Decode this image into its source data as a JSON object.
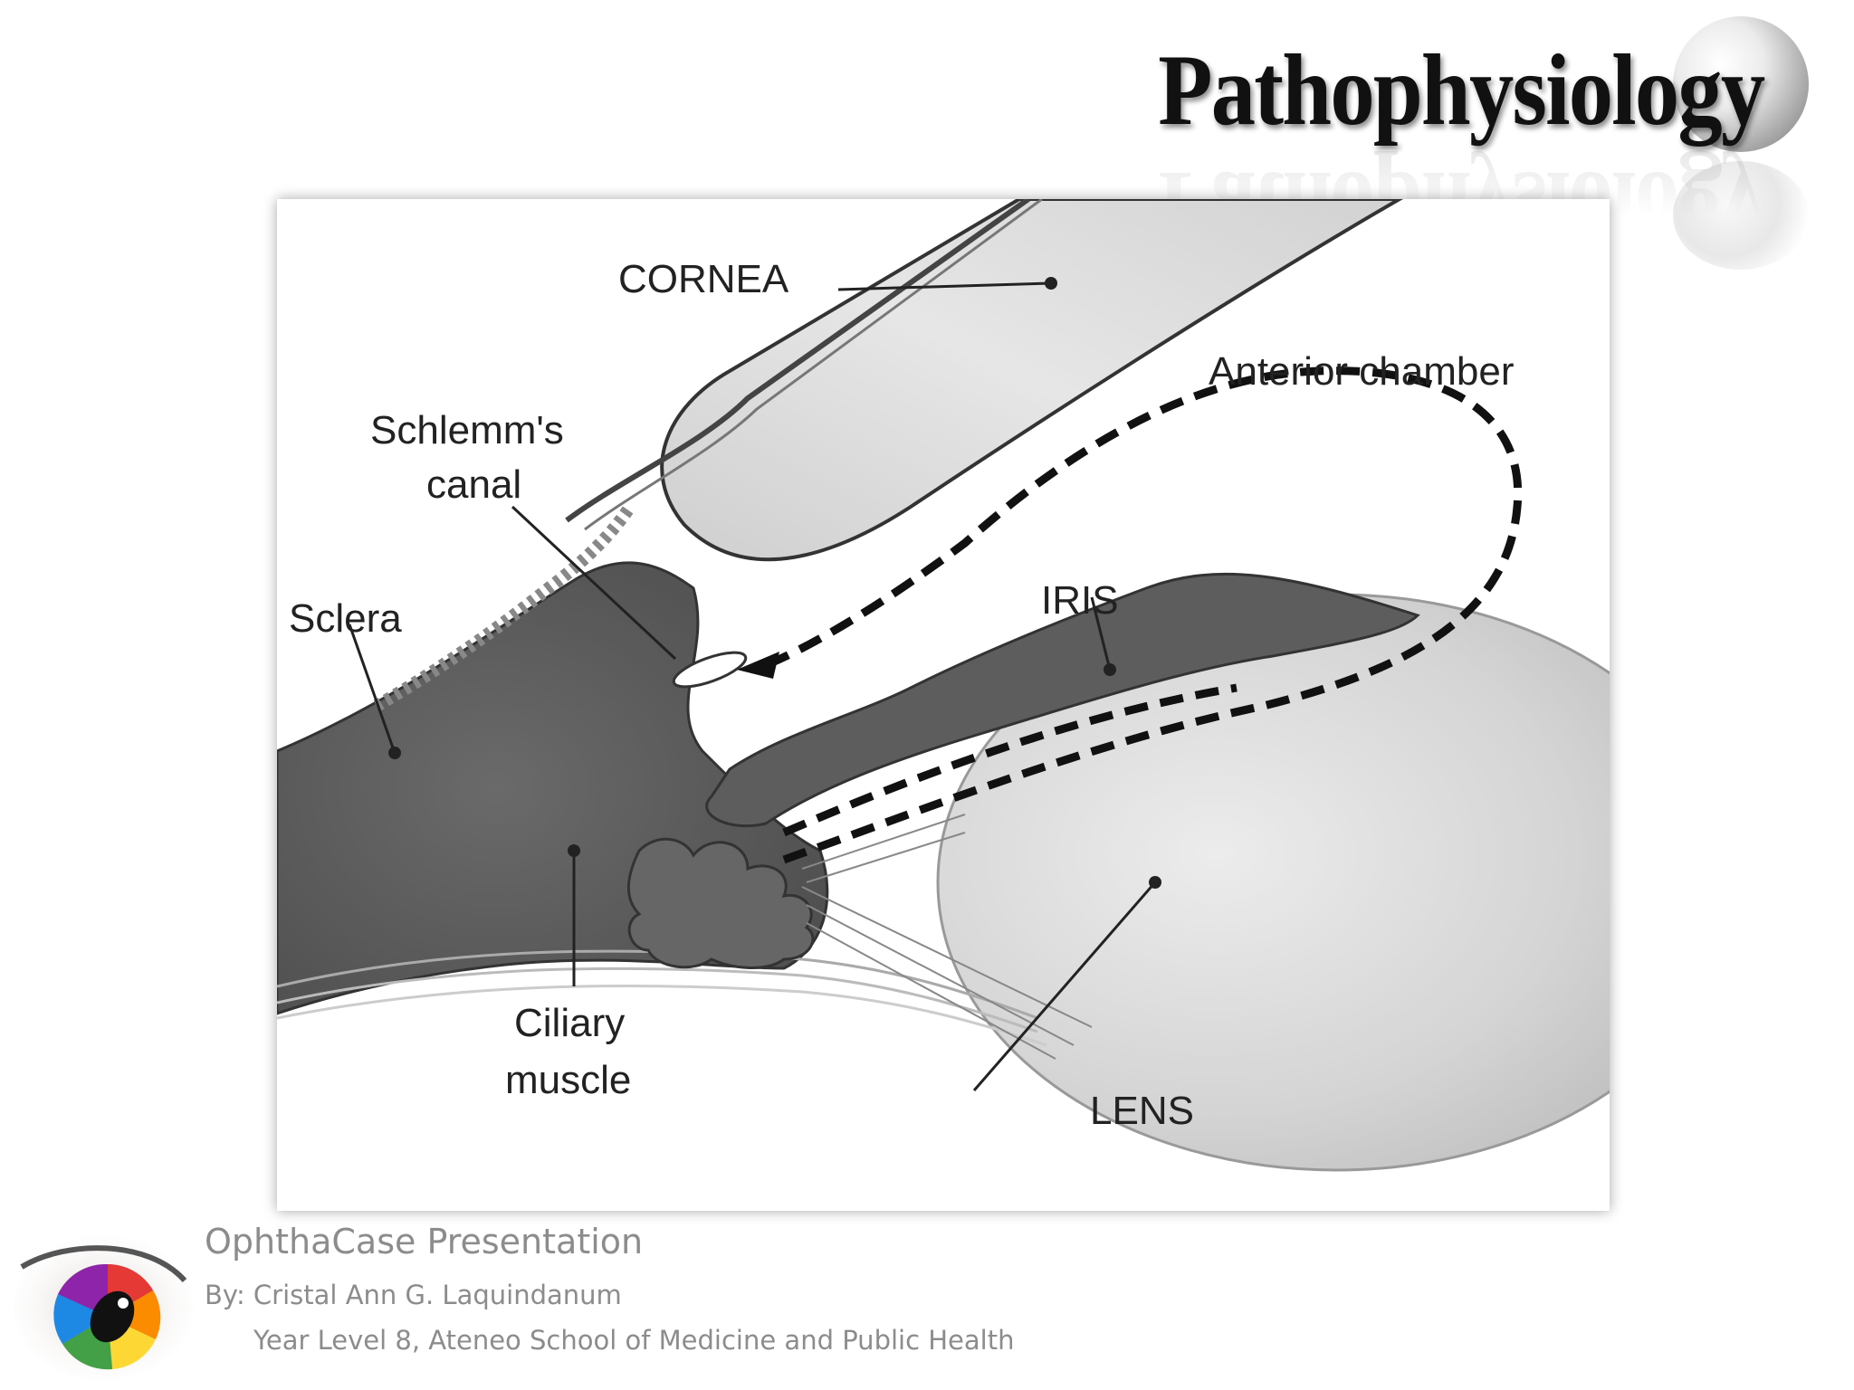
{
  "slide": {
    "title": "Pathophysiology"
  },
  "diagram": {
    "labels": {
      "cornea": "CORNEA",
      "anterior_chamber": "Anterior chamber",
      "schlemms_line1": "Schlemm's",
      "schlemms_line2": "canal",
      "sclera": "Sclera",
      "iris": "IRIS",
      "ciliary_line1": "Ciliary",
      "ciliary_line2": "muscle",
      "lens": "LENS"
    }
  },
  "footer": {
    "title": "OphthaCase Presentation",
    "author": "By: Cristal Ann G. Laquindanum",
    "affiliation": "Year Level 8, Ateneo School of Medicine and Public Health"
  },
  "colors": {
    "title_text": "#111111",
    "footer_text": "#8c8c8c",
    "tissue_dark": "#5f5f5f",
    "tissue_light": "#d6d6d6"
  },
  "icons": [
    "eye-logo-icon",
    "title-orb-icon",
    "flow-arrow-icon"
  ]
}
